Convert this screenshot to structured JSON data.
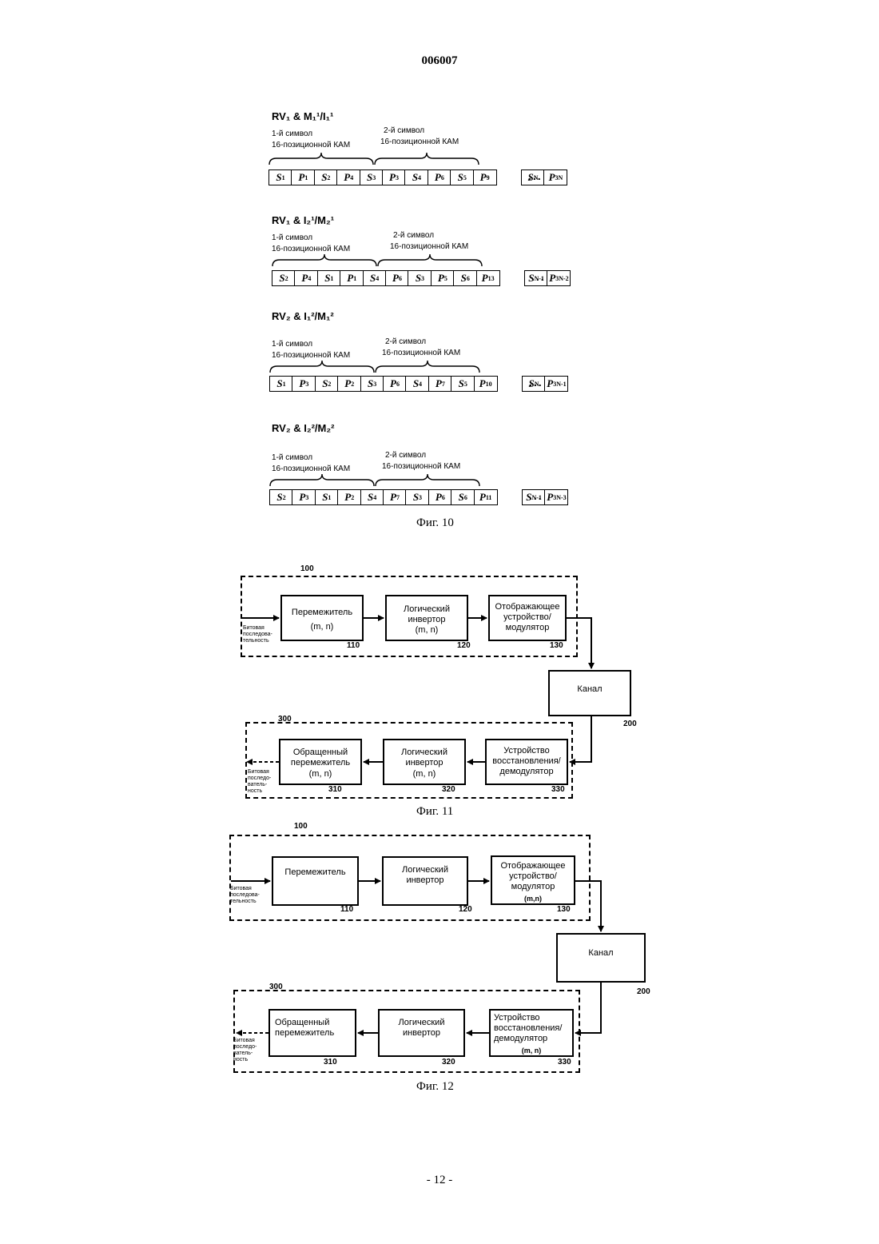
{
  "page": {
    "header_number": "006007",
    "footer_number": "- 12 -"
  },
  "fig10": {
    "caption": "Фиг. 10",
    "group1_label_line1": "1-й символ",
    "group1_label_line2": "16-позиционной КАМ",
    "group2_label_line1": "2-й символ",
    "group2_label_line2": "16-позиционной КАМ",
    "ellipsis": "...",
    "rows": [
      {
        "title": "RV₁ & M₁¹/I₁¹",
        "cells": [
          "S1",
          "P1",
          "S2",
          "P4",
          "S3",
          "P3",
          "S4",
          "P6",
          "S5",
          "P9"
        ],
        "tail": [
          "SN",
          "P3N"
        ]
      },
      {
        "title": "RV₁ & I₂¹/M₂¹",
        "cells": [
          "S2",
          "P4",
          "S1",
          "P1",
          "S4",
          "P6",
          "S3",
          "P5",
          "S6",
          "P13"
        ],
        "tail": [
          "SN-1",
          "P3N-2"
        ]
      },
      {
        "title": "RV₂ & I₁²/M₁²",
        "cells": [
          "S1",
          "P3",
          "S2",
          "P2",
          "S3",
          "P6",
          "S4",
          "P7",
          "S5",
          "P10"
        ],
        "tail": [
          "SN",
          "P3N-1"
        ]
      },
      {
        "title": "RV₂ & I₂²/M₂²",
        "cells": [
          "S2",
          "P3",
          "S1",
          "P2",
          "S4",
          "P7",
          "S3",
          "P6",
          "S6",
          "P11"
        ],
        "tail": [
          "SN-1",
          "P3N-3"
        ]
      }
    ]
  },
  "fig11": {
    "caption": "Фиг. 11",
    "tx_num": "100",
    "rx_num": "300",
    "channel_num": "200",
    "input_label": "Битовая последова-тельность",
    "output_label": "Битовая последо-ватель-ность",
    "blocks": {
      "interleaver": {
        "line1": "Перемежитель",
        "line2": "(m, n)",
        "num": "110"
      },
      "inverter": {
        "line1": "Логический",
        "line2": "инвертор",
        "line3": "(m, n)",
        "num": "120"
      },
      "mapper": {
        "line1": "Отображающее",
        "line2": "устройство/",
        "line3": "модулятор",
        "num": "130"
      },
      "channel": {
        "label": "Канал"
      },
      "demapper": {
        "line1": "Устройство",
        "line2": "восстановления/",
        "line3": "демодулятор",
        "num": "330"
      },
      "rx_inverter": {
        "line1": "Логический",
        "line2": "инвертор",
        "line3": "(m, n)",
        "num": "320"
      },
      "deinterleaver": {
        "line1": "Обращенный",
        "line2": "перемежитель",
        "line3": "(m, n)",
        "num": "310"
      }
    }
  },
  "fig12": {
    "caption": "Фиг. 12",
    "tx_num": "100",
    "rx_num": "300",
    "channel_num": "200",
    "input_label": "Битовая последова-тельность",
    "output_label": "Битовая последо-ватель-ность",
    "blocks": {
      "interleaver": {
        "line1": "Перемежитель",
        "num": "110"
      },
      "inverter": {
        "line1": "Логический",
        "line2": "инвертор",
        "num": "120"
      },
      "mapper": {
        "line1": "Отображающее",
        "line2": "устройство/",
        "line3": "модулятор",
        "line4": "(m,n)",
        "num": "130"
      },
      "channel": {
        "label": "Канал"
      },
      "demapper": {
        "line1": "Устройство",
        "line2": "восстановления/",
        "line3": "демодулятор",
        "line4": "(m, n)",
        "num": "330"
      },
      "rx_inverter": {
        "line1": "Логический",
        "line2": "инвертор",
        "num": "320"
      },
      "deinterleaver": {
        "line1": "Обращенный",
        "line2": "перемежитель",
        "num": "310"
      }
    }
  }
}
